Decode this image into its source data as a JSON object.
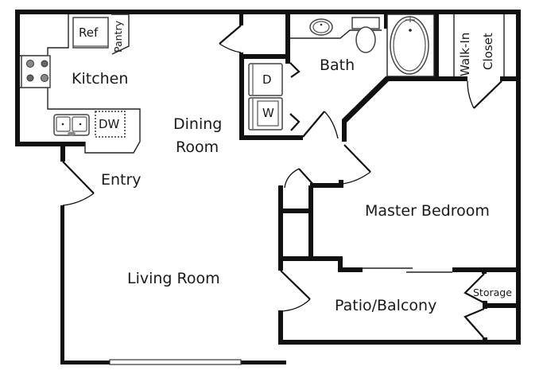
{
  "floorplan": {
    "rooms": {
      "kitchen": "Kitchen",
      "dining_line1": "Dining",
      "dining_line2": "Room",
      "entry": "Entry",
      "living": "Living Room",
      "bath": "Bath",
      "closet_line1": "Walk-In",
      "closet_line2": "Closet",
      "master": "Master Bedroom",
      "patio": "Patio/Balcony",
      "storage": "Storage"
    },
    "appliances": {
      "refrigerator": "Ref",
      "pantry": "Pantry",
      "dishwasher": "DW",
      "dryer": "D",
      "washer": "W"
    },
    "colors": {
      "wall": "#111111",
      "background": "#ffffff",
      "fixture": "#444444"
    }
  }
}
